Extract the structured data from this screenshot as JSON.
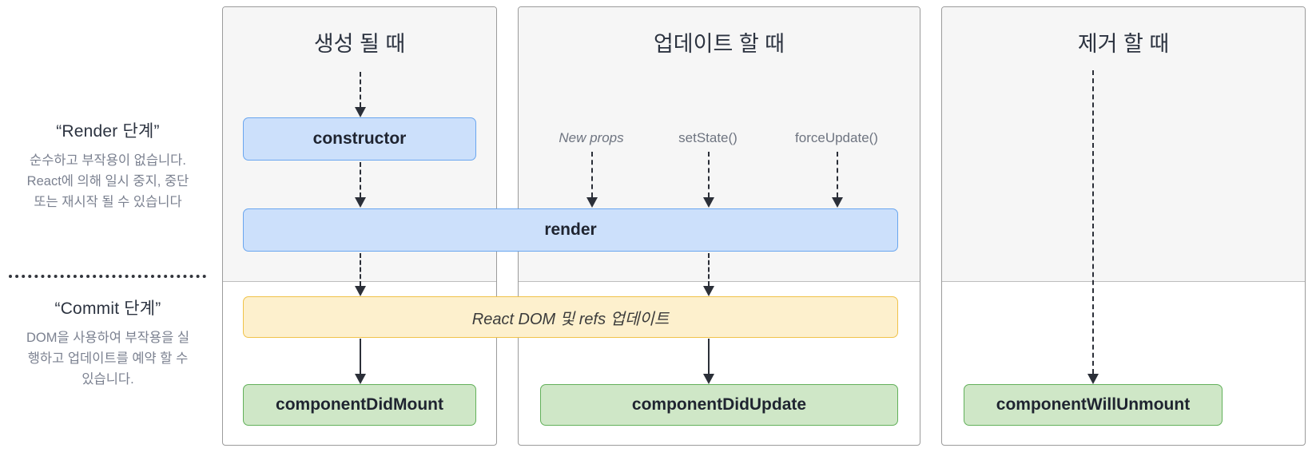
{
  "sidebar": {
    "render_phase": {
      "title": "“Render 단계”",
      "description": "순수하고 부작용이 없습니다. React에 의해 일시 중지, 중단 또는 재시작 될 수 있습니다"
    },
    "commit_phase": {
      "title": "“Commit 단계”",
      "description": "DOM을 사용하여 부작용을 실행하고 업데이트를 예약 할 수 있습니다."
    }
  },
  "columns": {
    "mounting": {
      "title": "생성 될 때"
    },
    "updating": {
      "title": "업데이트 할 때"
    },
    "unmounting": {
      "title": "제거 할 때"
    }
  },
  "triggers": [
    {
      "label": "New props",
      "style": "italic"
    },
    {
      "label": "setState()",
      "style": "normal"
    },
    {
      "label": "forceUpdate()",
      "style": "normal"
    }
  ],
  "lifecycle_boxes": {
    "constructor": {
      "label": "constructor",
      "color": "#cce0fb",
      "border": "#6aa6ef"
    },
    "render": {
      "label": "render",
      "color": "#cce0fb",
      "border": "#6aa6ef"
    },
    "react_dom_refs": {
      "label": "React DOM 및 refs 업데이트",
      "color": "#fdf0cd",
      "border": "#f0c34a"
    },
    "component_did_mount": {
      "label": "componentDidMount",
      "color": "#cfe7c7",
      "border": "#62b05a"
    },
    "component_did_update": {
      "label": "componentDidUpdate",
      "color": "#cfe7c7",
      "border": "#62b05a"
    },
    "component_will_unmount": {
      "label": "componentWillUnmount",
      "color": "#cfe7c7",
      "border": "#62b05a"
    }
  },
  "colors": {
    "panel_top_background": "#f6f6f6",
    "panel_bottom_background": "#ffffff",
    "panel_border": "#9b9b9b",
    "arrow": "#2b2f38",
    "title_text": "#2c3340",
    "muted_text": "#7b8190"
  }
}
